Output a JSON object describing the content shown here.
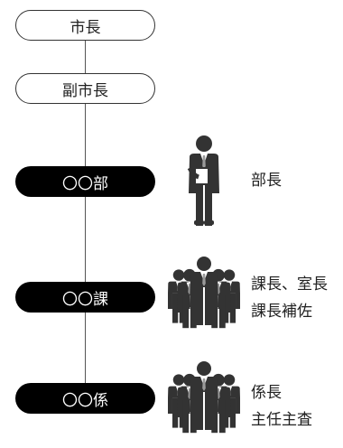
{
  "colors": {
    "line": "#555555",
    "outline_border": "#333333",
    "filled_bg": "#000000",
    "figure": "#333333",
    "tie": "#9a9a9a",
    "shirt": "#ffffff"
  },
  "chart": {
    "nodes": [
      {
        "label": "市長",
        "style": "outline"
      },
      {
        "label": "副市長",
        "style": "outline"
      },
      {
        "label": "〇〇部",
        "style": "filled"
      },
      {
        "label": "〇〇課",
        "style": "filled"
      },
      {
        "label": "〇〇係",
        "style": "filled"
      }
    ],
    "roles": [
      {
        "lines": [
          "部長"
        ],
        "figure_icon": "single-person-icon"
      },
      {
        "lines": [
          "課長、室長",
          "課長補佐"
        ],
        "figure_icon": "group-of-people-icon"
      },
      {
        "lines": [
          "係長",
          "主任主査"
        ],
        "figure_icon": "group-of-people-icon"
      }
    ]
  }
}
